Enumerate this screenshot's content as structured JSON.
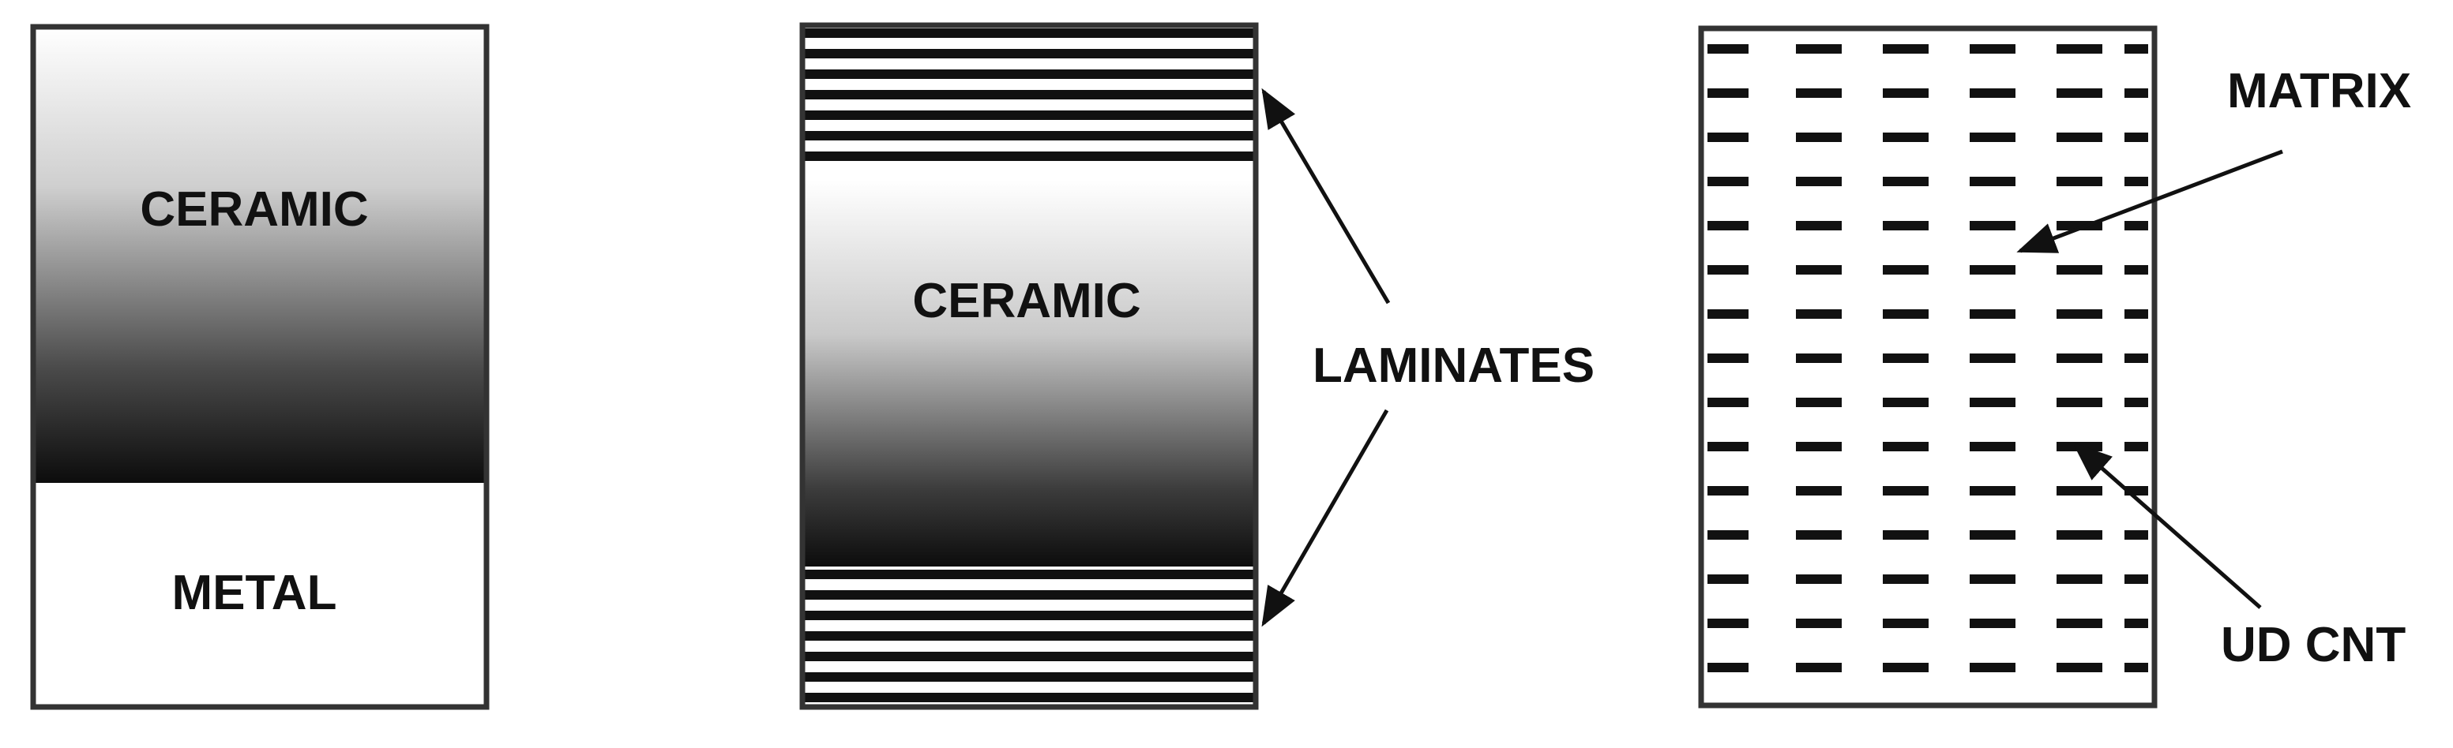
{
  "panels": {
    "left": {
      "top_label": "CERAMIC",
      "bottom_label": "METAL"
    },
    "middle": {
      "center_label": "CERAMIC",
      "callout_label": "LAMINATES"
    },
    "right": {
      "matrix_label": "MATRIX",
      "fiber_label": "UD CNT"
    }
  },
  "colors": {
    "outline": "#333333",
    "stripe": "#111111",
    "ceramic_light": "#ffffff",
    "ceramic_dark": "#111111"
  }
}
